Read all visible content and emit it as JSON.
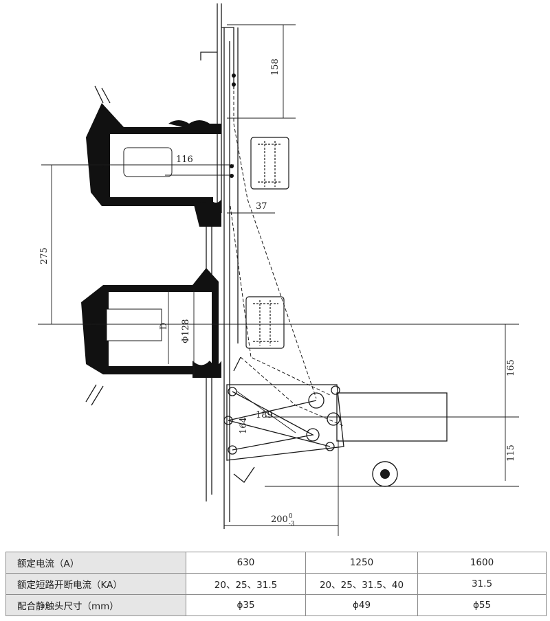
{
  "dimensions": {
    "d158": "158",
    "d116": "116",
    "d37": "37",
    "d275": "275",
    "dD": "D",
    "d128": "Φ128",
    "d165": "165",
    "d189": "189",
    "d164": "164",
    "d115": "115",
    "d200": "200",
    "d200_sup": "0",
    "d200_sub": "-3"
  },
  "table": {
    "rows": [
      {
        "label": "额定电流（A）",
        "cells": [
          "630",
          "1250",
          "1600"
        ]
      },
      {
        "label": "额定短路开断电流（KA）",
        "cells": [
          "20、25、31.5",
          "20、25、31.5、40",
          "31.5"
        ]
      },
      {
        "label": "配合静触头尺寸（mm）",
        "cells": [
          "ϕ35",
          "ϕ49",
          "ϕ55"
        ]
      }
    ]
  }
}
